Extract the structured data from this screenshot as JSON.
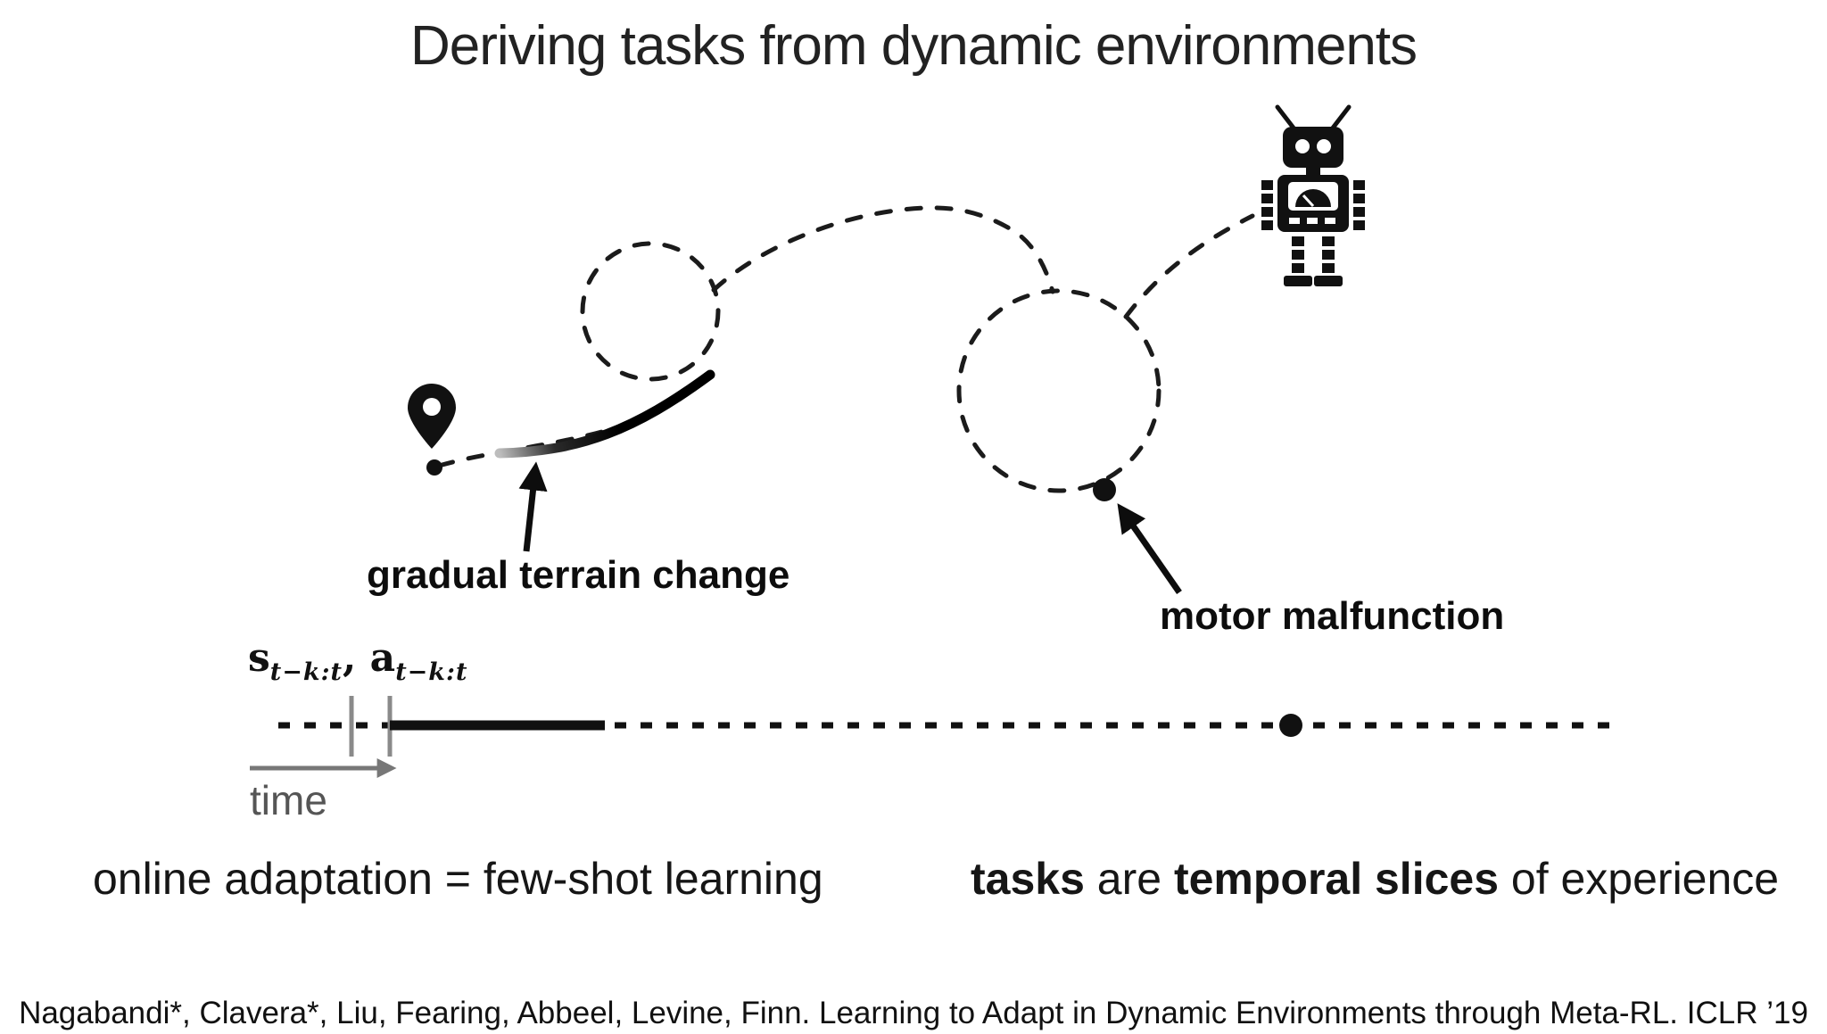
{
  "slide": {
    "title": "Deriving tasks from dynamic environments",
    "annotations": {
      "gradual_terrain": "gradual terrain change",
      "motor_malfunction": "motor malfunction",
      "time_axis": "time"
    },
    "history_window": {
      "s": "s",
      "s_sub": "t−k:t",
      "separator": ", ",
      "a": "a",
      "a_sub": "t−k:t"
    },
    "takeaways": {
      "left": "online adaptation = few-shot learning",
      "right": {
        "bold_1": "tasks",
        "mid": " are ",
        "bold_2": "temporal slices",
        "tail": " of experience"
      }
    },
    "footer_citation": "Nagabandi*, Clavera*, Liu, Fearing, Abbeel, Levine, Finn. Learning to Adapt in Dynamic Environments through Meta-RL. ICLR ’19",
    "icons": {
      "robot": "robot-icon",
      "start_pin": "location-pin-icon"
    },
    "colors": {
      "ink": "#111111",
      "muted": "#606060"
    }
  }
}
